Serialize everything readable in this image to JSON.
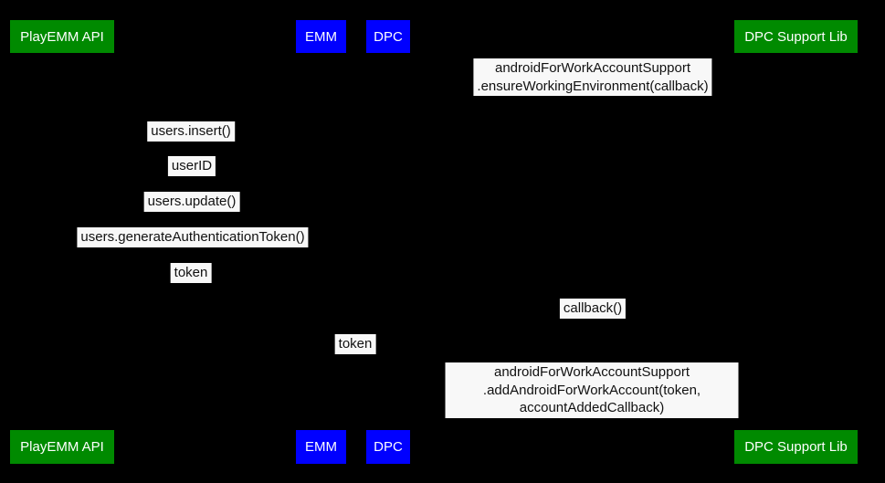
{
  "diagram": {
    "background_color": "#000000",
    "message_label_bg": "#f8f8f8",
    "message_text_color": "#111111"
  },
  "actors": [
    {
      "label": "PlayEMM API",
      "color": "#008a00",
      "text_color": "#ffffff"
    },
    {
      "label": "EMM",
      "color": "#0000ff",
      "text_color": "#ffffff"
    },
    {
      "label": "DPC",
      "color": "#0000ff",
      "text_color": "#ffffff"
    },
    {
      "label": "DPC Support Lib",
      "color": "#008a00",
      "text_color": "#ffffff"
    }
  ],
  "messages": [
    {
      "label": "androidForWorkAccountSupport\n.ensureWorkingEnvironment(callback)"
    },
    {
      "label": "users.insert()"
    },
    {
      "label": "userID"
    },
    {
      "label": "users.update()"
    },
    {
      "label": "users.generateAuthenticationToken()"
    },
    {
      "label": "token"
    },
    {
      "label": "callback()"
    },
    {
      "label": "token"
    },
    {
      "label": "androidForWorkAccountSupport\n.addAndroidForWorkAccount(token, accountAddedCallback)"
    }
  ]
}
